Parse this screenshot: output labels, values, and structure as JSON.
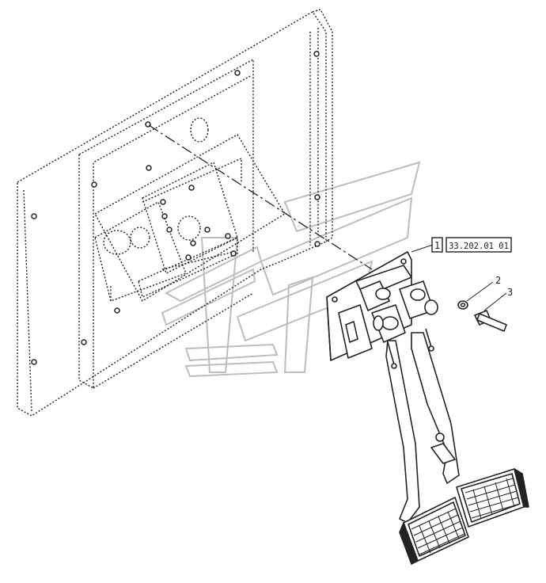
{
  "callouts": {
    "ref_box_number": "1",
    "ref_box_code": "33.202.01 01",
    "item_2": "2",
    "item_3": "3"
  },
  "colors": {
    "line": "#222222",
    "watermark": "#bdbdbd"
  }
}
